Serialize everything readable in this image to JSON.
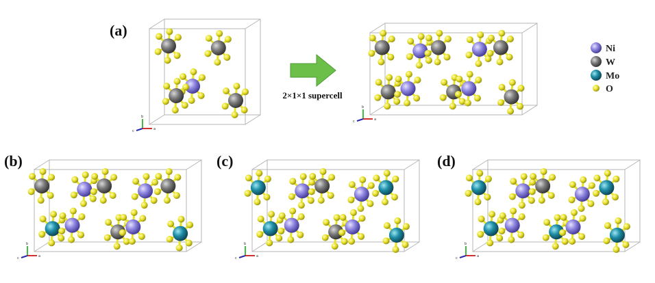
{
  "colors": {
    "Ni": "#8f86e0",
    "W": "#7d7d7d",
    "Mo": "#1f8fa8",
    "O": "#e8e227",
    "bond": "#c8c35a",
    "cell": "#b5b5b5",
    "arrow": "#6cc04a"
  },
  "panels": {
    "a": {
      "label": "(a)"
    },
    "b": {
      "label": "(b)"
    },
    "c": {
      "label": "(c)"
    },
    "d": {
      "label": "(d)"
    }
  },
  "arrow": {
    "label": "2×1×1 supercell"
  },
  "legend": {
    "items": [
      {
        "element": "Ni",
        "label": "Ni"
      },
      {
        "element": "W",
        "label": "W"
      },
      {
        "element": "Mo",
        "label": "Mo"
      },
      {
        "element": "O",
        "label": "O"
      }
    ]
  },
  "axes_labels": {
    "a": "a",
    "b": "b",
    "c": "c"
  }
}
